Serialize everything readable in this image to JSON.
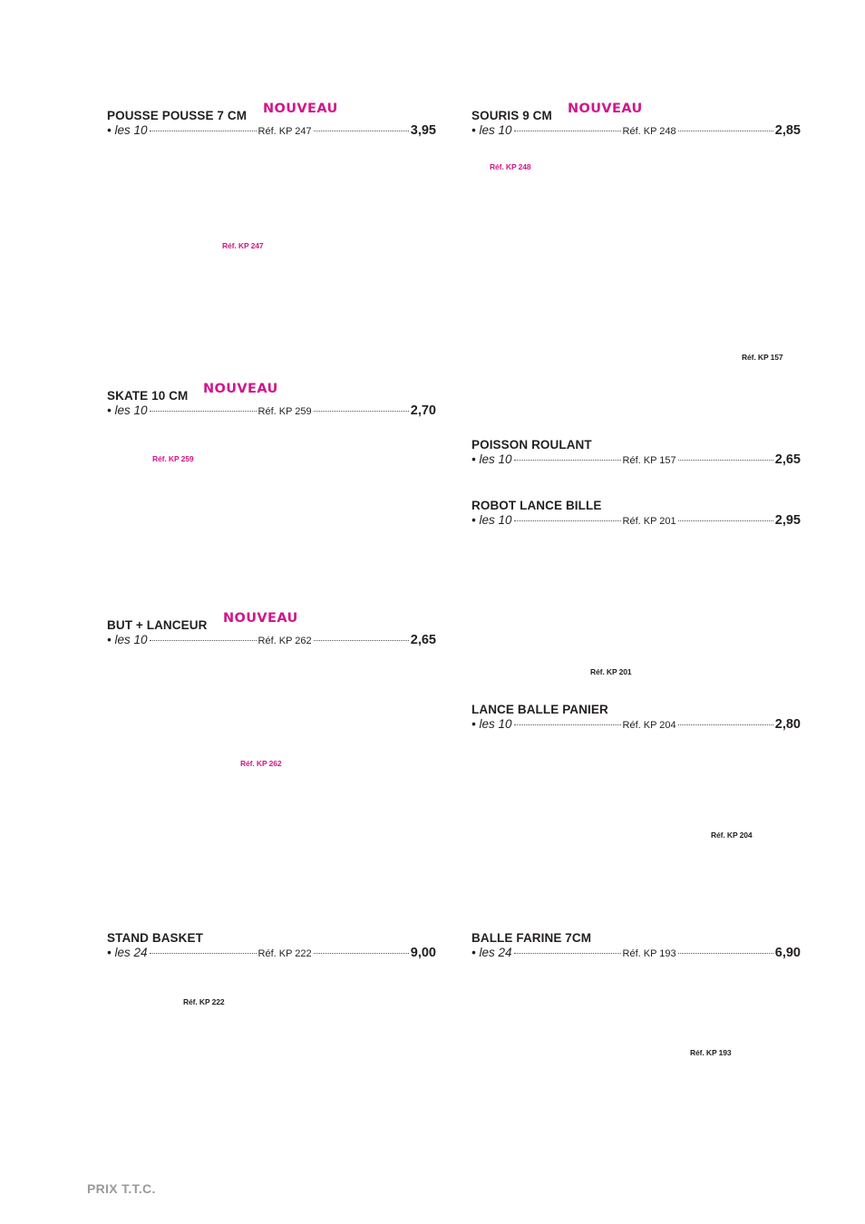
{
  "products": [
    {
      "title": "POUSSE POUSSE 7 CM",
      "badge": "NOUVEAU",
      "qty": "• les 10",
      "ref": "Réf. KP 247",
      "price": "3,95"
    },
    {
      "title": "SOURIS 9 CM",
      "badge": "NOUVEAU",
      "qty": "• les 10",
      "ref": "Réf. KP 248",
      "price": "2,85"
    },
    {
      "title": "SKATE 10 CM",
      "badge": "NOUVEAU",
      "qty": "• les 10",
      "ref": "Réf. KP 259",
      "price": "2,70"
    },
    {
      "title": "POISSON ROULANT",
      "qty": "• les 10",
      "ref": "Réf. KP 157",
      "price": "2,65"
    },
    {
      "title": "ROBOT LANCE BILLE",
      "qty": "• les 10",
      "ref": "Réf. KP 201",
      "price": "2,95"
    },
    {
      "title": "BUT + LANCEUR",
      "badge": "NOUVEAU",
      "qty": "• les 10",
      "ref": "Réf. KP 262",
      "price": "2,65"
    },
    {
      "title": "LANCE BALLE PANIER",
      "qty": "• les 10",
      "ref": "Réf. KP 204",
      "price": "2,80"
    },
    {
      "title": "STAND BASKET",
      "qty": "• les 24",
      "ref": "Réf. KP 222",
      "price": "9,00"
    },
    {
      "title": "BALLE FARINE 7CM",
      "qty": "• les 24",
      "ref": "Réf. KP 193",
      "price": "6,90"
    }
  ],
  "image_refs": [
    {
      "text": "Réf. KP 247",
      "color": "pink"
    },
    {
      "text": "Réf. KP 248",
      "color": "pink"
    },
    {
      "text": "Réf. KP 157",
      "color": "black"
    },
    {
      "text": "Réf. KP 259",
      "color": "pink"
    },
    {
      "text": "Réf. KP 201",
      "color": "black"
    },
    {
      "text": "Réf. KP 262",
      "color": "pink"
    },
    {
      "text": "Réf. KP 204",
      "color": "black"
    },
    {
      "text": "Réf. KP 222",
      "color": "black"
    },
    {
      "text": "Réf. KP 193",
      "color": "black"
    }
  ],
  "colors": {
    "accent": "#d1178a",
    "text": "#231f20",
    "footer": "#9a9a9a"
  },
  "footer": "PRIX T.T.C."
}
